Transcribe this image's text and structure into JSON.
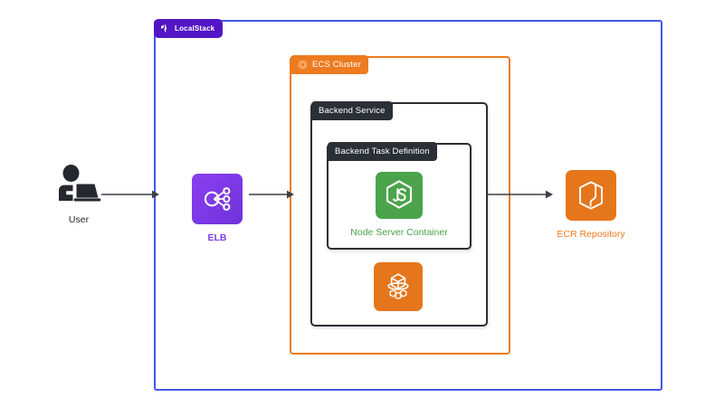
{
  "diagram": {
    "title": "LocalStack ECS architecture diagram",
    "background": "#ffffff"
  },
  "groups": {
    "localstack": {
      "label": "LocalStack",
      "icon": "localstack-logo-icon",
      "border_color": "#4457e8",
      "tab_color": "#5316c4"
    },
    "ecs_cluster": {
      "label": "ECS Cluster",
      "icon": "ecs-cluster-icon",
      "border_color": "#ed7b20",
      "tab_color": "#ed7b20"
    },
    "backend_service": {
      "label": "Backend Service",
      "border_color": "#2b2f36",
      "tab_color": "#2b2f36"
    },
    "backend_task_definition": {
      "label": "Backend Task Definition",
      "border_color": "#2b2f36",
      "tab_color": "#2b2f36"
    }
  },
  "nodes": {
    "user": {
      "label": "User",
      "icon": "user-at-laptop-icon",
      "color": "#25282e"
    },
    "elb": {
      "label": "ELB",
      "icon": "elastic-load-balancer-icon",
      "color": "#7b3fe4",
      "tile_gradient_from": "#8a3ff0",
      "tile_gradient_to": "#6d33d8"
    },
    "node_server_container": {
      "label": "Node Server Container",
      "icon": "nodejs-js-hexagon-icon",
      "color": "#4aa24a",
      "tile_color": "#4ba34b"
    },
    "ecs_task_icon": {
      "label": "",
      "icon": "ecs-container-cube-icon",
      "tile_color": "#e5761b"
    },
    "ecr_repository": {
      "label": "ECR Repository",
      "icon": "ecr-box-icon",
      "color": "#ed7b20",
      "tile_color": "#e5761b"
    }
  },
  "connections": [
    {
      "name": "user-to-localstack",
      "from": "User",
      "to": "LocalStack boundary"
    },
    {
      "name": "elb-to-ecs-cluster",
      "from": "ELB",
      "to": "ECS Cluster"
    },
    {
      "name": "backend-service-to-ecr",
      "from": "Backend Service",
      "to": "ECR Repository"
    }
  ]
}
